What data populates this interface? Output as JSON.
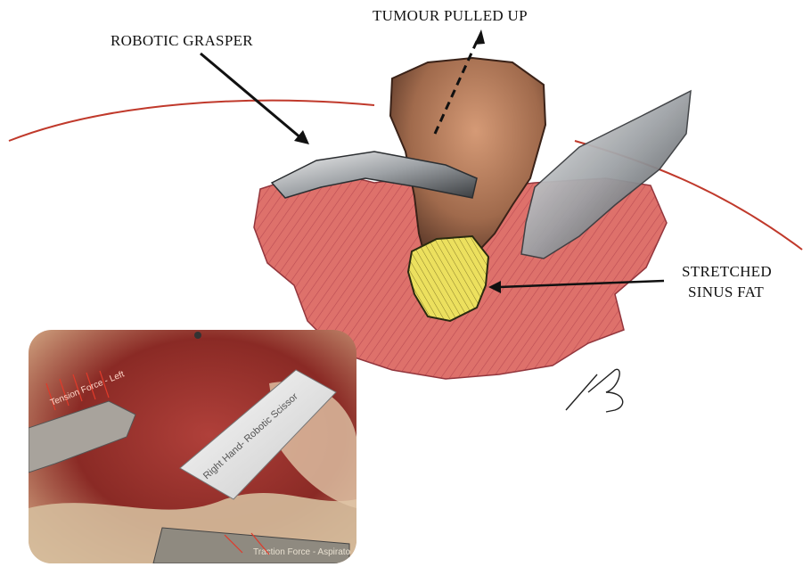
{
  "labels": {
    "tumour": "TUMOUR PULLED UP",
    "grasper": "ROBOTIC GRASPER",
    "fat_line1": "STRETCHED",
    "fat_line2": "SINUS FAT"
  },
  "inset": {
    "scissor_label": "Right Hand- Robotic Scissor",
    "traction_label": "Traction Force - Aspirato",
    "tension_label": "Tension Force - Left"
  },
  "colors": {
    "tissue": "#d9605c",
    "tumour": "#9a6a4e",
    "fat": "#e8dc5a",
    "arc": "#c0392b",
    "instrument": "#bfc3c6"
  }
}
